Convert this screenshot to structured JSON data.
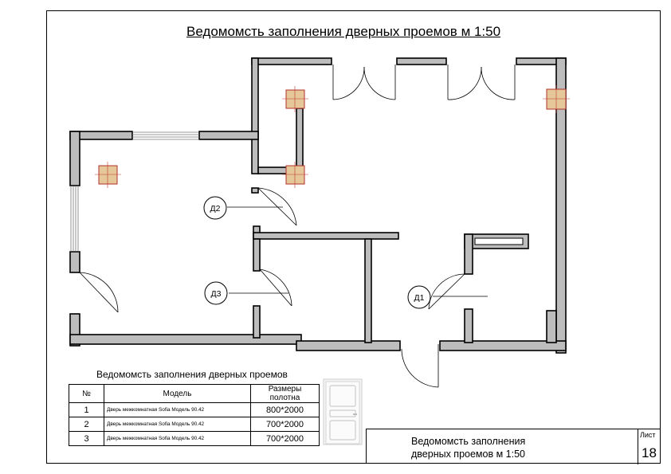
{
  "drawing": {
    "title": "Ведомомсть заполнения дверных проемов м 1:50",
    "door_tags": [
      "Д1",
      "Д2",
      "Д3"
    ]
  },
  "schedule": {
    "caption": "Ведомомсть заполнения дверных проемов",
    "headers": {
      "no": "№",
      "model": "Модель",
      "size": "Размеры полотна"
    },
    "rows": [
      {
        "no": "1",
        "model": "Дверь межкомнатная Sofia Модель 90.42",
        "size": "800*2000"
      },
      {
        "no": "2",
        "model": "Дверь межкомнатная Sofia Модель 90.42",
        "size": "700*2000"
      },
      {
        "no": "3",
        "model": "Дверь межкомнатная Sofia Модель 90.42",
        "size": "700*2000"
      }
    ]
  },
  "title_block": {
    "text": "Ведомомсть заполнения\nдверных проемов м 1:50",
    "sheet_label": "Лист",
    "sheet_number": "18"
  },
  "colors": {
    "wall_fill": "#bdbdbd",
    "column_fill": "#e6c79a",
    "column_stroke": "#b0302a"
  }
}
